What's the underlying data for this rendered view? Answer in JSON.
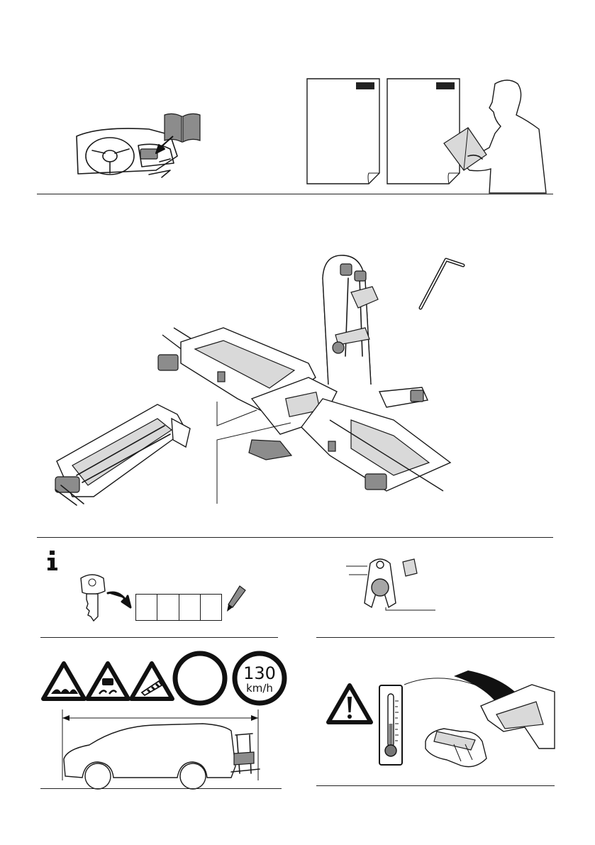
{
  "speed_sign": {
    "value": "130",
    "unit": "km/h"
  },
  "info_icon": "info-icon",
  "code_cells": 4,
  "icons": {
    "manual": "open-book-icon",
    "warning": "warning-triangle-icon",
    "thermometer": "thermometer-icon",
    "key": "key-icon",
    "pen": "pen-icon",
    "hex_key": "hex-key-icon"
  },
  "colors": {
    "ink": "#1a1a1a",
    "grey": "#8c8c8c",
    "light_grey": "#d9d9d9",
    "paper": "#ffffff"
  }
}
